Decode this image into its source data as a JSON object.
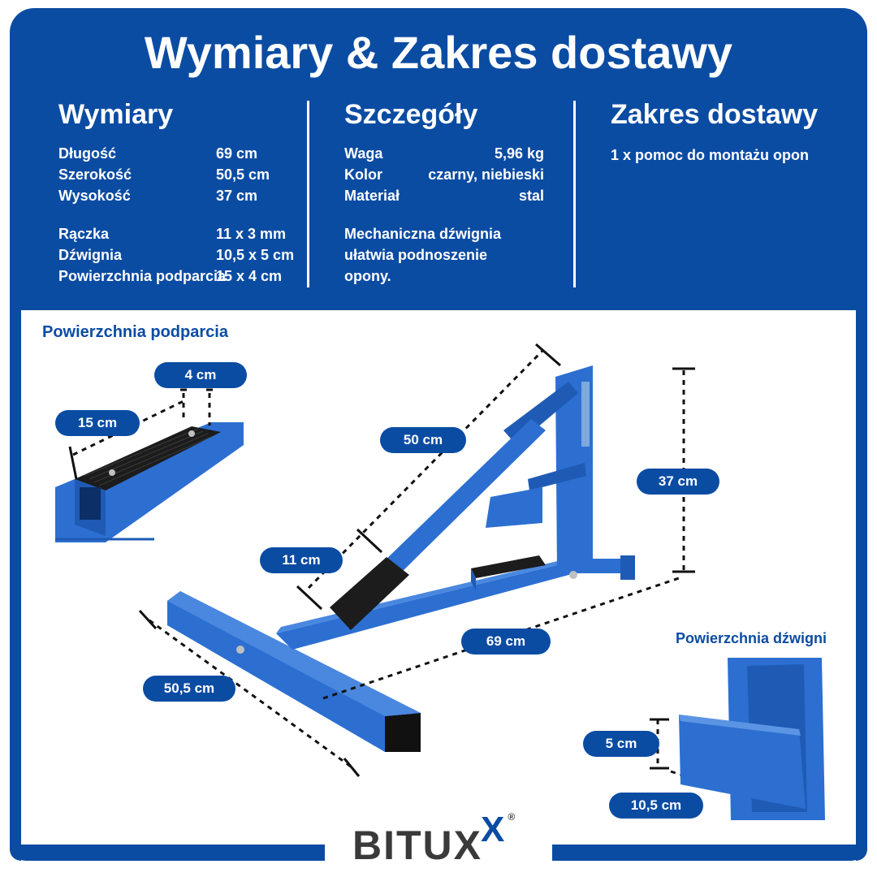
{
  "title": "Wymiary & Zakres dostawy",
  "wymiary": {
    "heading": "Wymiary",
    "rows": [
      {
        "label": "Długość",
        "value": "69 cm"
      },
      {
        "label": "Szerokość",
        "value": "50,5 cm"
      },
      {
        "label": "Wysokość",
        "value": "37 cm"
      },
      {
        "label": "Rączka",
        "value": "11 x 3 mm"
      },
      {
        "label": "Dźwignia",
        "value": "10,5 x 5 cm"
      },
      {
        "label": "Powierzchnia podparcia",
        "value": "15 x 4 cm"
      }
    ]
  },
  "szczegoly": {
    "heading": "Szczegóły",
    "rows": [
      {
        "label": "Waga",
        "value": "5,96 kg"
      },
      {
        "label": "Kolor",
        "value": "czarny, niebieski"
      },
      {
        "label": "Materiał",
        "value": "stal"
      }
    ],
    "desc": [
      "Mechaniczna dźwignia",
      "ułatwia podnoszenie",
      "opony."
    ]
  },
  "zakres": {
    "heading": "Zakres dostawy",
    "item": "1 x pomoc do montażu opon"
  },
  "diagram": {
    "support_title": "Powierzchnia podparcia",
    "lever_title": "Powierzchnia dźwigni",
    "labels": {
      "support_width": "4 cm",
      "support_length": "15 cm",
      "lever_length": "50 cm",
      "height": "37 cm",
      "handle": "11 cm",
      "length": "69 cm",
      "width": "50,5 cm",
      "lever_h": "5 cm",
      "lever_w": "10,5 cm"
    }
  },
  "brand": {
    "name": "BITUX",
    "mark": "X",
    "reg": "®"
  },
  "colors": {
    "brand_blue": "#0b4ca3",
    "steel_blue": "#2c6fd1",
    "rubber": "#1c1c1c"
  }
}
